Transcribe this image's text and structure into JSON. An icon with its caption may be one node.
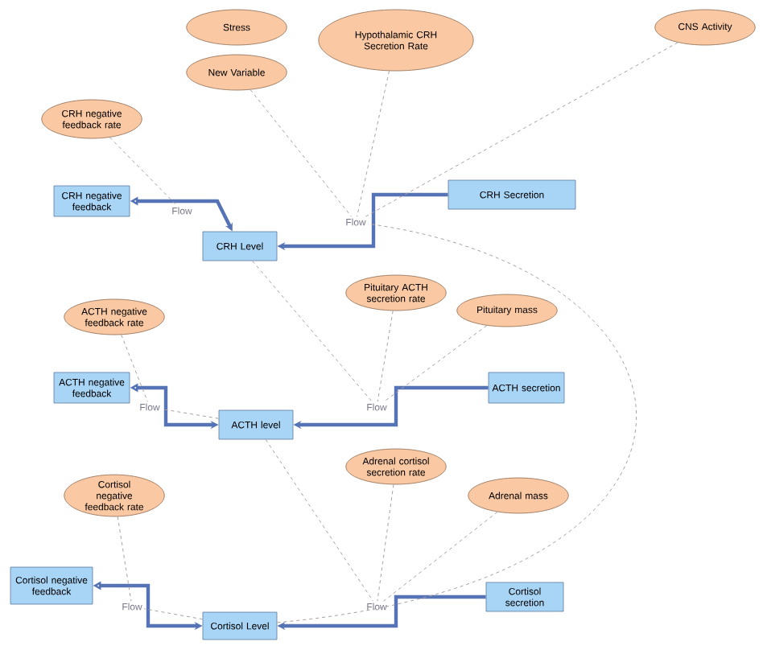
{
  "diagram": {
    "nodes": [
      {
        "text": [
          "Stress"
        ]
      },
      {
        "text": [
          "Hypothalamic CRH Secretion Rate"
        ]
      },
      {
        "text": [
          "CNS Activity"
        ]
      },
      {
        "text": [
          "New Variable"
        ]
      },
      {
        "text": [
          "CRH negative feedback rate"
        ]
      },
      {
        "text": [
          "CRH negative feedback"
        ]
      },
      {
        "text": [
          "Flow"
        ]
      },
      {
        "text": [
          "CRH Secretion"
        ]
      },
      {
        "text": [
          "Flow"
        ]
      },
      {
        "text": [
          "CRH Level"
        ]
      },
      {
        "text": [
          "ACTH negative feedback rate"
        ]
      },
      {
        "text": [
          "Pituitary ACTH secretion rate"
        ]
      },
      {
        "text": [
          "Pituitary mass"
        ]
      },
      {
        "text": [
          "ACTH negative feedback"
        ]
      },
      {
        "text": [
          "ACTH secretion"
        ]
      },
      {
        "text": [
          "Flow"
        ]
      },
      {
        "text": [
          "Flow"
        ]
      },
      {
        "text": [
          "ACTH level"
        ]
      },
      {
        "text": [
          "Adrenal cortisol secretion rate"
        ]
      },
      {
        "text": [
          "Adrenal mass"
        ]
      },
      {
        "text": [
          "Cortisol negative feedback rate"
        ]
      },
      {
        "text": [
          "Cortisol negative feedback"
        ]
      },
      {
        "text": [
          "Cortisol secretion"
        ]
      },
      {
        "text": [
          "Flow"
        ]
      },
      {
        "text": [
          "Flow"
        ]
      },
      {
        "text": [
          "Cortisol Level"
        ]
      }
    ],
    "edges": [
      {
        "from": 5,
        "to": 9,
        "arrow": "both",
        "style": "thick",
        "color": "#5573b5"
      },
      {
        "from": 7,
        "to": 9,
        "arrow": "to",
        "style": "thick",
        "color": "#5573b5"
      },
      {
        "from": 13,
        "to": 17,
        "arrow": "both",
        "style": "thick",
        "color": "#5573b5"
      },
      {
        "from": 14,
        "to": 17,
        "arrow": "to",
        "style": "thick",
        "color": "#5573b5"
      },
      {
        "from": 21,
        "to": 25,
        "arrow": "both",
        "style": "thick",
        "color": "#5573b5"
      },
      {
        "from": 22,
        "to": 25,
        "arrow": "to",
        "style": "thick",
        "color": "#5573b5"
      },
      {
        "from": 4,
        "to": 6,
        "arrow": "none",
        "style": "dashed"
      },
      {
        "from": 3,
        "to": 8,
        "arrow": "none",
        "style": "dashed"
      },
      {
        "from": 1,
        "to": 8,
        "arrow": "none",
        "style": "dashed"
      },
      {
        "from": 2,
        "to": 8,
        "arrow": "none",
        "style": "dashed"
      },
      {
        "from": 25,
        "to": 8,
        "arrow": "none",
        "style": "dashed"
      },
      {
        "from": 9,
        "to": 16,
        "arrow": "none",
        "style": "dashed"
      },
      {
        "from": 10,
        "to": 15,
        "arrow": "none",
        "style": "dashed"
      },
      {
        "from": 17,
        "to": 15,
        "arrow": "none",
        "style": "dashed"
      },
      {
        "from": 11,
        "to": 16,
        "arrow": "none",
        "style": "dashed"
      },
      {
        "from": 12,
        "to": 16,
        "arrow": "none",
        "style": "dashed"
      },
      {
        "from": 17,
        "to": 24,
        "arrow": "none",
        "style": "dashed"
      },
      {
        "from": 18,
        "to": 24,
        "arrow": "none",
        "style": "dashed"
      },
      {
        "from": 19,
        "to": 24,
        "arrow": "none",
        "style": "dashed"
      },
      {
        "from": 20,
        "to": 23,
        "arrow": "none",
        "style": "dashed"
      },
      {
        "from": 25,
        "to": 23,
        "arrow": "none",
        "style": "dashed"
      }
    ]
  }
}
